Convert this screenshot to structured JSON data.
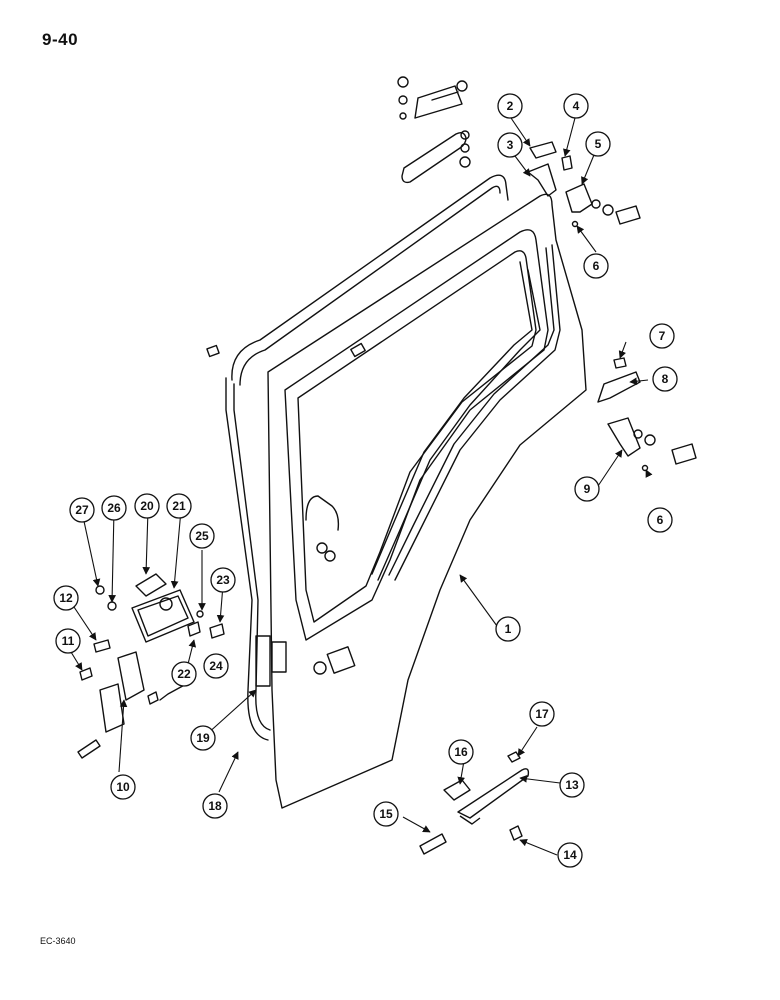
{
  "page_label": "9-40",
  "figure_code": "EC-3640",
  "callouts": [
    "1",
    "2",
    "3",
    "4",
    "5",
    "6",
    "6",
    "7",
    "8",
    "9",
    "10",
    "11",
    "12",
    "13",
    "14",
    "15",
    "16",
    "17",
    "18",
    "19",
    "20",
    "21",
    "22",
    "23",
    "24",
    "25",
    "26",
    "27"
  ]
}
